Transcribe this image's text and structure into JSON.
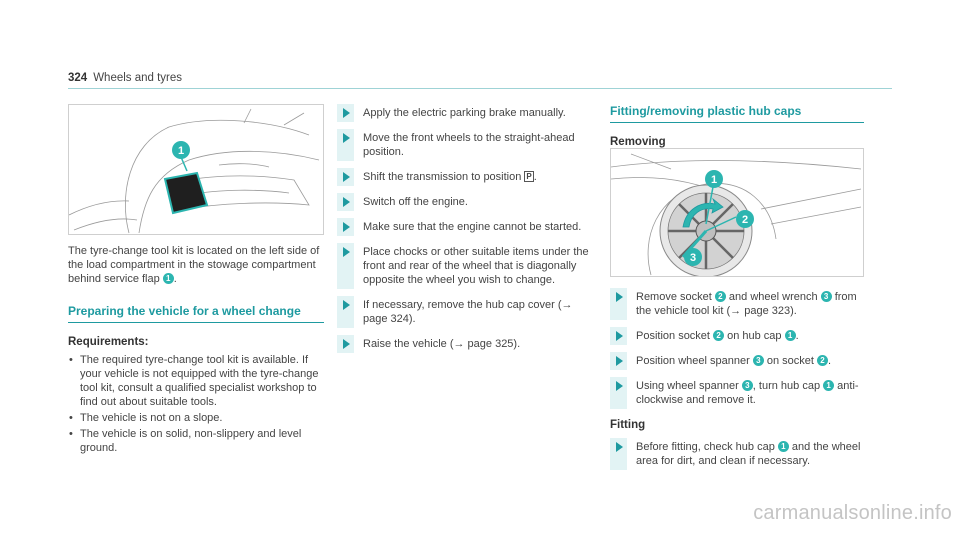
{
  "header": {
    "page_number": "324",
    "section": "Wheels and tyres"
  },
  "col1": {
    "caption": [
      "The tyre-change tool kit is located on the left side of the load compartment in the stowage compartment behind service flap ",
      "1",
      "."
    ],
    "heading": "Preparing the vehicle for a wheel change",
    "requirements_label": "Requirements:",
    "requirements": [
      "The required tyre-change tool kit is available. If your vehicle is not equipped with the tyre-change tool kit, consult a qualified specialist workshop to find out about suitable tools.",
      "The vehicle is not on a slope.",
      "The vehicle is on solid, non-slippery and level ground."
    ]
  },
  "col2": {
    "steps": [
      "Apply the electric parking brake manually.",
      "Move the front wheels to the straight-ahead position.",
      [
        "Shift the transmission to position ",
        "P",
        "."
      ],
      "Switch off the engine.",
      "Make sure that the engine cannot be started.",
      "Place chocks or other suitable items under the front and rear of the wheel that is diagonally opposite the wheel you wish to change.",
      "If necessary, remove the hub cap cover (→ page 324).",
      "Raise the vehicle (→ page 325)."
    ]
  },
  "col3": {
    "heading": "Fitting/removing plastic hub caps",
    "removing_label": "Removing",
    "removing_steps": [
      [
        "Remove socket ",
        "2",
        " and wheel wrench ",
        "3",
        " from the vehicle tool kit (→ page 323)."
      ],
      [
        "Position socket ",
        "2",
        " on hub cap ",
        "1",
        "."
      ],
      [
        "Position wheel spanner ",
        "3",
        " on socket ",
        "2",
        "."
      ],
      [
        "Using wheel spanner ",
        "3",
        ", turn hub cap ",
        "1",
        " anti-clockwise and remove it."
      ]
    ],
    "fitting_label": "Fitting",
    "fitting_steps": [
      [
        "Before fitting, check hub cap ",
        "1",
        " and the wheel area for dirt, and clean if necessary."
      ]
    ]
  },
  "figures": {
    "badge1": "1",
    "badge2": "2",
    "badge3": "3"
  },
  "colors": {
    "accent": "#1e9aa0",
    "badge": "#2cb5b0",
    "step_bar": "#e2f3f4"
  },
  "watermark": "carmanualsonline.info"
}
